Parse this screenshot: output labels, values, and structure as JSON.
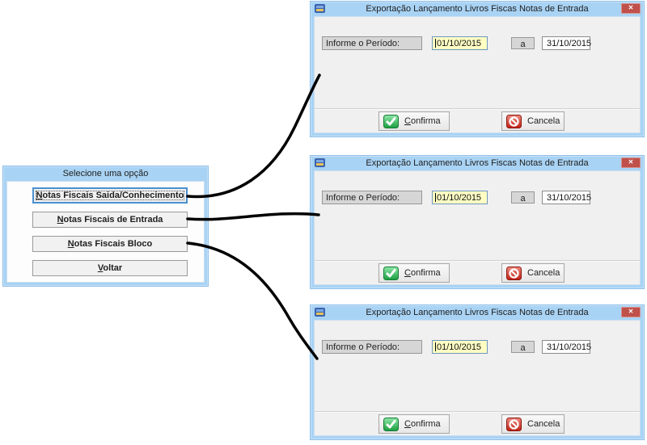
{
  "option_dialog": {
    "title": "Selecione uma opção",
    "buttons": [
      {
        "mnemonic": "N",
        "rest": "otas Fiscais Saida/Conhecimento"
      },
      {
        "mnemonic": "N",
        "rest": "otas Fiscais de Entrada"
      },
      {
        "mnemonic": "N",
        "rest": "otas Fiscais Bloco"
      },
      {
        "mnemonic": "V",
        "rest": "oltar"
      }
    ]
  },
  "export_dialog": {
    "title": "Exportação Lançamento Livros Fiscas Notas de Entrada",
    "close_glyph": "✕",
    "period_label": "Informe o Período:",
    "date_from": "01/10/2015",
    "range_separator": "a",
    "date_to": "31/10/2015",
    "confirm": {
      "mnemonic": "C",
      "rest": "onfirma"
    },
    "cancel_label": "Cancela"
  },
  "colors": {
    "titlebar_blue": "#a9d3f4",
    "dialog_body_gray": "#f0f0f0",
    "close_button_red": "#c0504a",
    "focused_field_yellow": "#ffffc4",
    "confirm_icon_green": "#2fb457",
    "cancel_icon_red": "#d03a2b",
    "arrow_black": "#000000"
  }
}
